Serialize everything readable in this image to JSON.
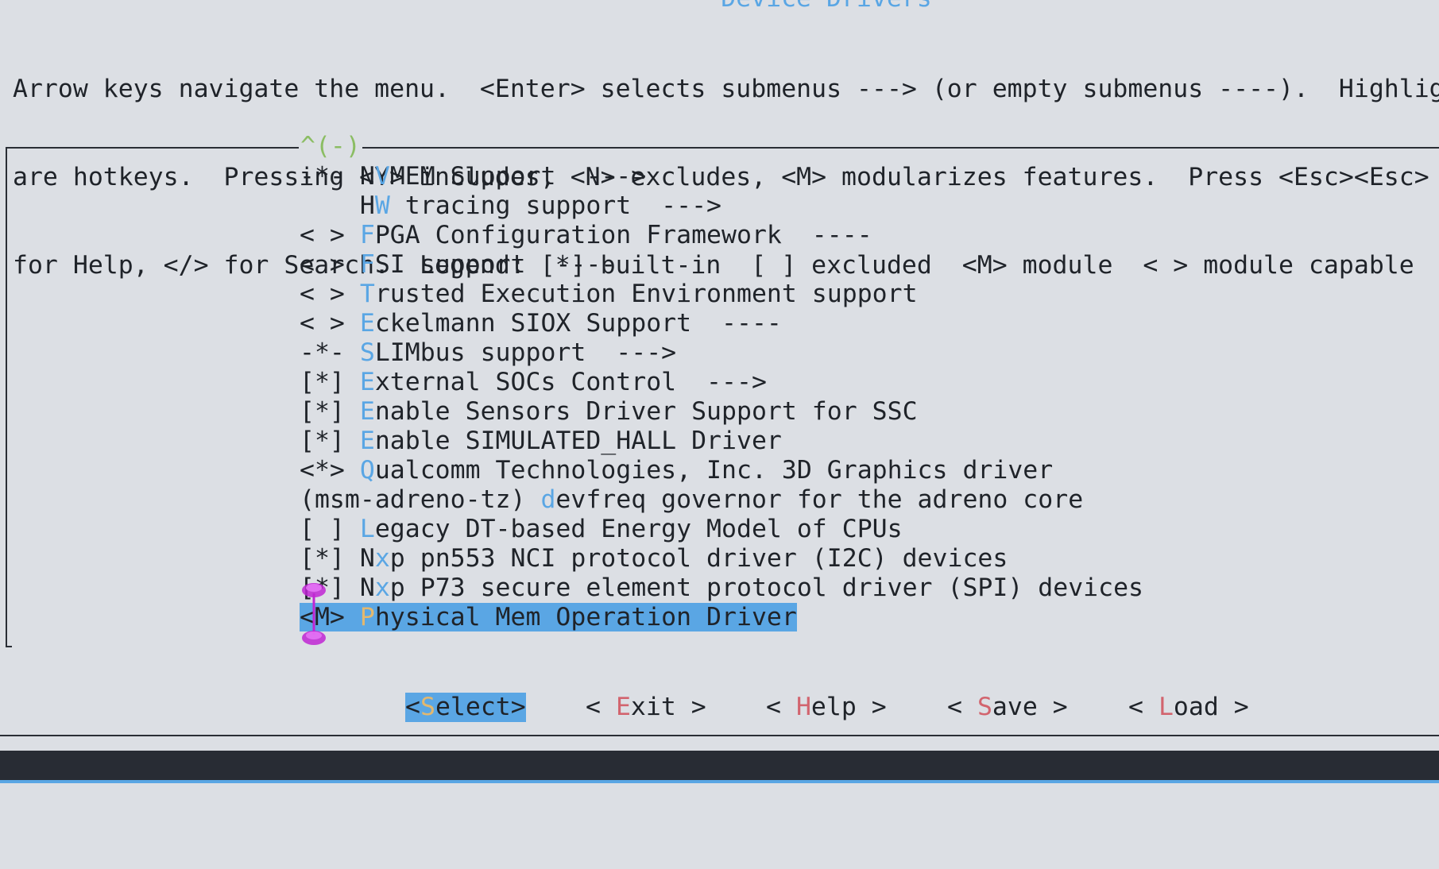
{
  "window": {
    "title": "Device Drivers"
  },
  "help_text": [
    "Arrow keys navigate the menu.  <Enter> selects submenus ---> (or empty submenus ----).  Highlig",
    "are hotkeys.  Pressing <Y> includes, <N> excludes, <M> modularizes features.  Press <Esc><Esc> ",
    "for Help, </> for Search.  Legend: [*] built-in  [ ] excluded  <M> module  < > module capable"
  ],
  "scroll_indicator": "^(-)",
  "menu": {
    "items": [
      {
        "prefix": "-*- ",
        "pre": "N",
        "hotkey": "V",
        "rest": "MEM Support  --->"
      },
      {
        "prefix": "    ",
        "pre": "H",
        "hotkey": "W",
        "rest": " tracing support  --->"
      },
      {
        "prefix": "< > ",
        "pre": "",
        "hotkey": "F",
        "rest": "PGA Configuration Framework  ----"
      },
      {
        "prefix": "< > ",
        "pre": "",
        "hotkey": "F",
        "rest": "SI support  ----"
      },
      {
        "prefix": "< > ",
        "pre": "",
        "hotkey": "T",
        "rest": "rusted Execution Environment support"
      },
      {
        "prefix": "< > ",
        "pre": "",
        "hotkey": "E",
        "rest": "ckelmann SIOX Support  ----"
      },
      {
        "prefix": "-*- ",
        "pre": "",
        "hotkey": "S",
        "rest": "LIMbus support  --->"
      },
      {
        "prefix": "[*] ",
        "pre": "",
        "hotkey": "E",
        "rest": "xternal SOCs Control  --->"
      },
      {
        "prefix": "[*] ",
        "pre": "",
        "hotkey": "E",
        "rest": "nable Sensors Driver Support for SSC"
      },
      {
        "prefix": "[*] ",
        "pre": "",
        "hotkey": "E",
        "rest": "nable SIMULATED_HALL Driver"
      },
      {
        "prefix": "<*> ",
        "pre": "",
        "hotkey": "Q",
        "rest": "ualcomm Technologies, Inc. 3D Graphics driver"
      },
      {
        "prefix": "(msm-adreno-tz) ",
        "pre": "",
        "hotkey": "d",
        "rest": "evfreq governor for the adreno core"
      },
      {
        "prefix": "[ ] ",
        "pre": "",
        "hotkey": "L",
        "rest": "egacy DT-based Energy Model of CPUs"
      },
      {
        "prefix": "[*] ",
        "pre": "N",
        "hotkey": "x",
        "rest": "p pn553 NCI protocol driver (I2C) devices"
      },
      {
        "prefix": "[*] ",
        "pre": "N",
        "hotkey": "x",
        "rest": "p P73 secure element protocol driver (SPI) devices"
      },
      {
        "prefix": "<M> ",
        "pre": "",
        "hotkey": "P",
        "rest": "hysical Mem Operation Driver"
      }
    ]
  },
  "buttons": {
    "select": {
      "l": "<",
      "hk": "S",
      "r": "elect>"
    },
    "exit": {
      "l": "< ",
      "hk": "E",
      "r": "xit >"
    },
    "help": {
      "l": "< ",
      "hk": "H",
      "r": "elp >"
    },
    "save": {
      "l": "< ",
      "hk": "S",
      "r": "ave >"
    },
    "load": {
      "l": "< ",
      "hk": "L",
      "r": "oad >"
    }
  },
  "colors": {
    "background": "#dcdfe4",
    "accent": "#5aa6e4",
    "hotkey_button": "#d2646e",
    "hotkey_selected": "#e3b86f",
    "scroll_indicator": "#8bbd63",
    "status_bar": "#282c34",
    "cursor": "#c026d3"
  },
  "icons": {
    "cursor": "text-cursor-ibeam-icon"
  }
}
